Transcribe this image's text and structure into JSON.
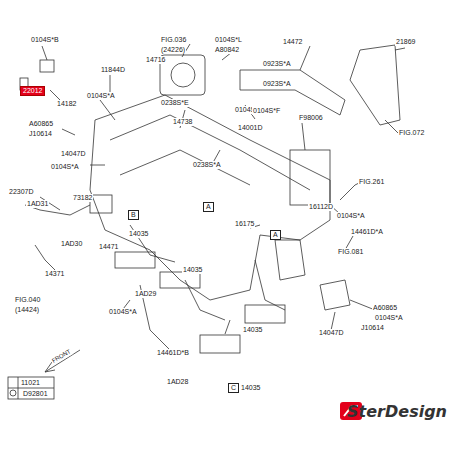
{
  "diagram": {
    "nodes": [
      {
        "text": [
          "22012"
        ]
      },
      {
        "text": [
          "B"
        ]
      },
      {
        "text": [
          "A"
        ]
      },
      {
        "text": [
          "A"
        ]
      },
      {
        "text": [
          "C"
        ]
      }
    ],
    "labels": [
      "0104S*B",
      "14182",
      "11844D",
      "0104S*A",
      "0238S*E",
      "A60865",
      "J10614",
      "14047D",
      "0104S*A",
      "22307D",
      "73182",
      "1AD31",
      "1AD30",
      "14371",
      "FIG.040",
      "(14424)",
      "14471",
      "14035",
      "1AD29",
      "0104S*A",
      "14461D*B",
      "1AD28",
      "14035",
      "FIG.036",
      "(24226)",
      "0104S*L",
      "A80842",
      "14716",
      "0104S*M",
      "14738",
      "0238S*A",
      "14001D",
      "14472",
      "21869",
      "0923S*A",
      "0923S*A",
      "F98006",
      "0104S*F",
      "FIG.072",
      "FIG.261",
      "16112D",
      "0104S*A",
      "16175",
      "FIG.081",
      "14461D*A",
      "A60865",
      "0104S*A",
      "J10614",
      "14047D",
      "14035",
      "14035",
      "FRONT",
      "11021",
      "D92801",
      "SterDesign"
    ]
  }
}
